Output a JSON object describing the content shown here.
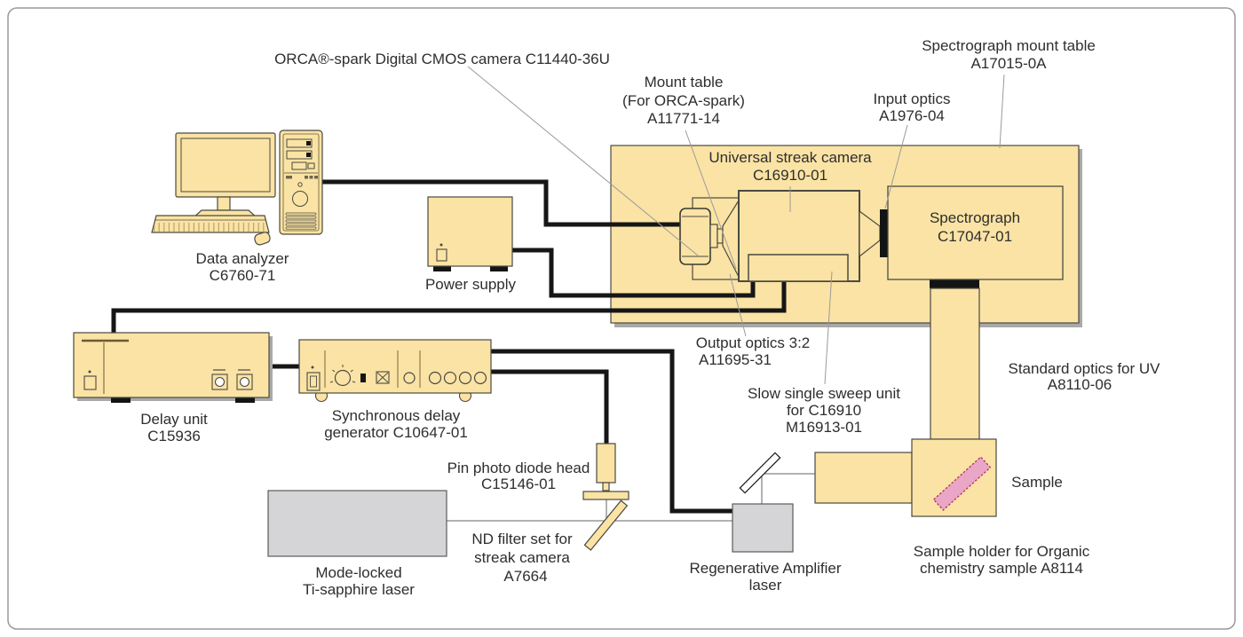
{
  "diagram": {
    "type": "equipment-system-diagram",
    "description": "Streak camera measurement system configuration"
  },
  "labels": {
    "orca_camera": "ORCA®-spark Digital CMOS camera C11440-36U",
    "mount_table": [
      "Mount table",
      "(For ORCA-spark)",
      "A11771-14"
    ],
    "input_optics": [
      "Input optics",
      "A1976-04"
    ],
    "spectrograph_mount_table": [
      "Spectrograph mount table",
      "A17015-0A"
    ],
    "universal_streak_camera": [
      "Universal streak camera",
      "C16910-01"
    ],
    "spectrograph": [
      "Spectrograph",
      "C17047-01"
    ],
    "data_analyzer": [
      "Data analyzer",
      "C6760-71"
    ],
    "power_supply": "Power supply",
    "delay_unit": [
      "Delay unit",
      "C15936"
    ],
    "sync_delay_generator": [
      "Synchronous delay",
      "generator C10647-01"
    ],
    "output_optics": [
      "Output optics 3:2",
      "A11695-31"
    ],
    "slow_sweep_unit": [
      "Slow single sweep unit",
      "for C16910",
      "M16913-01"
    ],
    "standard_optics_uv": [
      "Standard optics for UV",
      "A8110-06"
    ],
    "sample": "Sample",
    "sample_holder": [
      "Sample holder for Organic",
      "chemistry sample A8114"
    ],
    "pin_photo_diode": [
      "Pin photo diode head",
      "C15146-01"
    ],
    "nd_filter": [
      "ND filter set for",
      "streak camera",
      "A7664"
    ],
    "regen_laser": [
      "Regenerative Amplifier",
      "laser"
    ],
    "ti_sapphire_laser": [
      "Mode-locked",
      "Ti-sapphire laser"
    ]
  },
  "colors": {
    "device_fill": "#FAE3A4",
    "device_border": "#4A4A42",
    "cable": "#161616",
    "box_shadow": "#A9A9A9",
    "sample_pink": "#E9A6C6",
    "sample_pink_border": "#B03060",
    "laser_gray": "#D5D5D7",
    "leader_line": "#9A9A9A",
    "text": "#2E2E2E",
    "frame_border": "#9A9A9A"
  }
}
